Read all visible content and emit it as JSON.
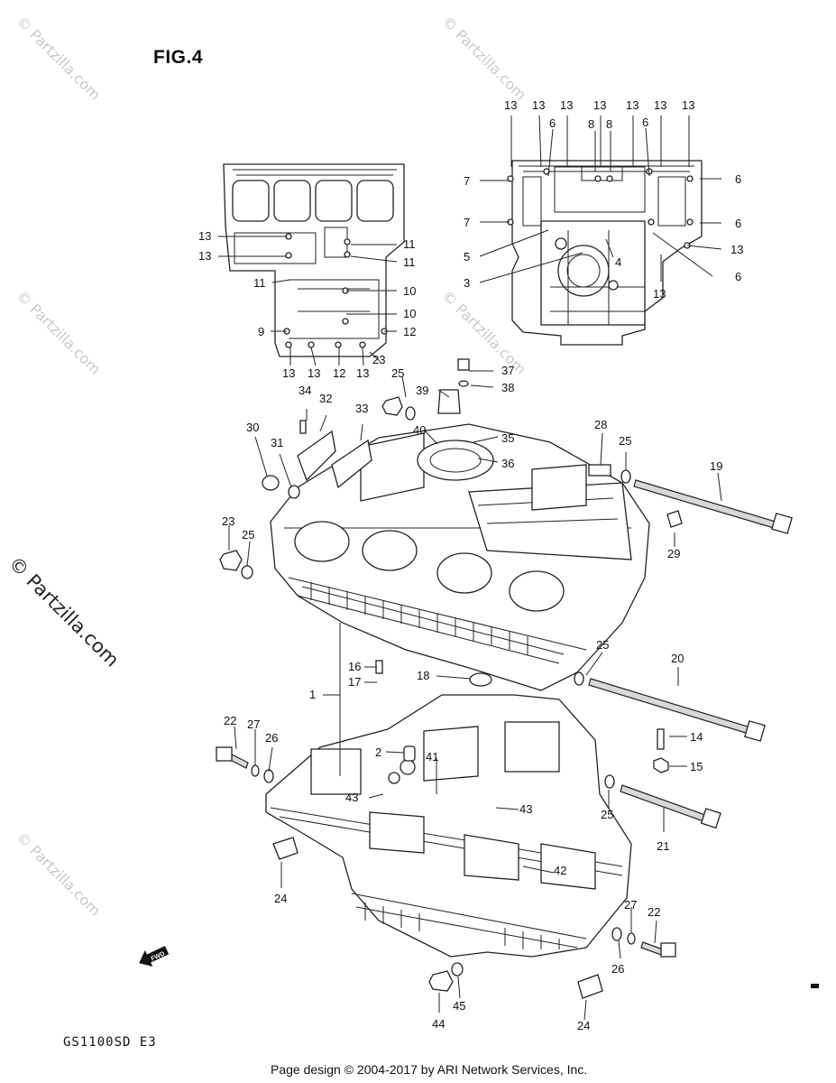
{
  "figure": {
    "title": "FIG.4",
    "model": "GS1100SD E3",
    "footer": "Page design © 2004-2017 by ARI Network Services, Inc."
  },
  "watermark": {
    "large": "© Partzilla.com",
    "small": "© Partzilla.com"
  },
  "fwd_label": "FWD",
  "callouts": [
    {
      "id": "c1",
      "text": "13"
    },
    {
      "id": "c2",
      "text": "13"
    },
    {
      "id": "c3",
      "text": "13"
    },
    {
      "id": "c4",
      "text": "13"
    },
    {
      "id": "c5",
      "text": "13"
    },
    {
      "id": "c6",
      "text": "13"
    },
    {
      "id": "c7",
      "text": "13"
    },
    {
      "id": "c8",
      "text": "6"
    },
    {
      "id": "c9",
      "text": "8"
    },
    {
      "id": "c10",
      "text": "8"
    },
    {
      "id": "c11",
      "text": "6"
    },
    {
      "id": "c12",
      "text": "7"
    },
    {
      "id": "c13",
      "text": "6"
    },
    {
      "id": "c14",
      "text": "7"
    },
    {
      "id": "c15",
      "text": "6"
    },
    {
      "id": "c16",
      "text": "5"
    },
    {
      "id": "c17",
      "text": "13"
    },
    {
      "id": "c18",
      "text": "4"
    },
    {
      "id": "c19",
      "text": "3"
    },
    {
      "id": "c20",
      "text": "6"
    },
    {
      "id": "c21",
      "text": "13"
    },
    {
      "id": "c22",
      "text": "13"
    },
    {
      "id": "c23",
      "text": "13"
    },
    {
      "id": "c24",
      "text": "11"
    },
    {
      "id": "c25",
      "text": "11"
    },
    {
      "id": "c26",
      "text": "11"
    },
    {
      "id": "c27",
      "text": "10"
    },
    {
      "id": "c28",
      "text": "10"
    },
    {
      "id": "c29",
      "text": "9"
    },
    {
      "id": "c30",
      "text": "12"
    },
    {
      "id": "c31",
      "text": "13"
    },
    {
      "id": "c32",
      "text": "13"
    },
    {
      "id": "c33",
      "text": "12"
    },
    {
      "id": "c34",
      "text": "13"
    },
    {
      "id": "c35",
      "text": "23"
    },
    {
      "id": "c36",
      "text": "37"
    },
    {
      "id": "c37",
      "text": "38"
    },
    {
      "id": "c38",
      "text": "39"
    },
    {
      "id": "c39",
      "text": "25"
    },
    {
      "id": "c40",
      "text": "34"
    },
    {
      "id": "c41",
      "text": "32"
    },
    {
      "id": "c42",
      "text": "33"
    },
    {
      "id": "c43",
      "text": "40"
    },
    {
      "id": "c44",
      "text": "35"
    },
    {
      "id": "c45",
      "text": "36"
    },
    {
      "id": "c46",
      "text": "30"
    },
    {
      "id": "c47",
      "text": "31"
    },
    {
      "id": "c48",
      "text": "28"
    },
    {
      "id": "c49",
      "text": "25"
    },
    {
      "id": "c50",
      "text": "19"
    },
    {
      "id": "c51",
      "text": "23"
    },
    {
      "id": "c52",
      "text": "25"
    },
    {
      "id": "c53",
      "text": "29"
    },
    {
      "id": "c54",
      "text": "25"
    },
    {
      "id": "c55",
      "text": "20"
    },
    {
      "id": "c56",
      "text": "16"
    },
    {
      "id": "c57",
      "text": "17"
    },
    {
      "id": "c58",
      "text": "1"
    },
    {
      "id": "c59",
      "text": "18"
    },
    {
      "id": "c60",
      "text": "22"
    },
    {
      "id": "c61",
      "text": "27"
    },
    {
      "id": "c62",
      "text": "26"
    },
    {
      "id": "c63",
      "text": "2"
    },
    {
      "id": "c64",
      "text": "41"
    },
    {
      "id": "c65",
      "text": "14"
    },
    {
      "id": "c66",
      "text": "15"
    },
    {
      "id": "c67",
      "text": "43"
    },
    {
      "id": "c68",
      "text": "43"
    },
    {
      "id": "c69",
      "text": "25"
    },
    {
      "id": "c70",
      "text": "21"
    },
    {
      "id": "c71",
      "text": "24"
    },
    {
      "id": "c72",
      "text": "42"
    },
    {
      "id": "c73",
      "text": "27"
    },
    {
      "id": "c74",
      "text": "22"
    },
    {
      "id": "c75",
      "text": "26"
    },
    {
      "id": "c76",
      "text": "45"
    },
    {
      "id": "c77",
      "text": "44"
    },
    {
      "id": "c78",
      "text": "24"
    }
  ]
}
